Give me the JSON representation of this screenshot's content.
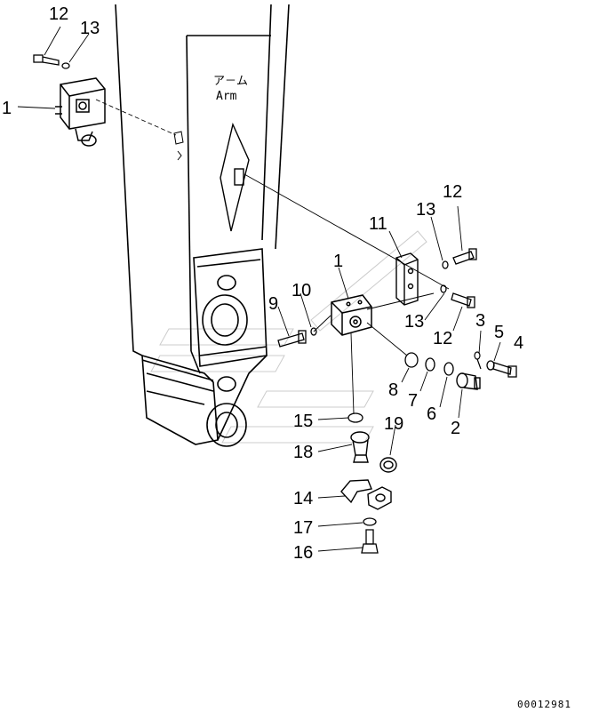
{
  "diagram": {
    "arm_label_jp": "ア－ム",
    "arm_label_en": "Arm",
    "reference_code": "00012981",
    "callouts": [
      {
        "id": "c12a",
        "text": "12"
      },
      {
        "id": "c13a",
        "text": "13"
      },
      {
        "id": "c1a",
        "text": "1"
      },
      {
        "id": "c11",
        "text": "11"
      },
      {
        "id": "c13b",
        "text": "13"
      },
      {
        "id": "c12b",
        "text": "12"
      },
      {
        "id": "c1b",
        "text": "1"
      },
      {
        "id": "c10",
        "text": "10"
      },
      {
        "id": "c9",
        "text": "9"
      },
      {
        "id": "c13c",
        "text": "13"
      },
      {
        "id": "c12c",
        "text": "12"
      },
      {
        "id": "c3",
        "text": "3"
      },
      {
        "id": "c5",
        "text": "5"
      },
      {
        "id": "c4",
        "text": "4"
      },
      {
        "id": "c8",
        "text": "8"
      },
      {
        "id": "c7",
        "text": "7"
      },
      {
        "id": "c6",
        "text": "6"
      },
      {
        "id": "c2",
        "text": "2"
      },
      {
        "id": "c15",
        "text": "15"
      },
      {
        "id": "c19",
        "text": "19"
      },
      {
        "id": "c18",
        "text": "18"
      },
      {
        "id": "c14",
        "text": "14"
      },
      {
        "id": "c17",
        "text": "17"
      },
      {
        "id": "c16",
        "text": "16"
      }
    ]
  }
}
